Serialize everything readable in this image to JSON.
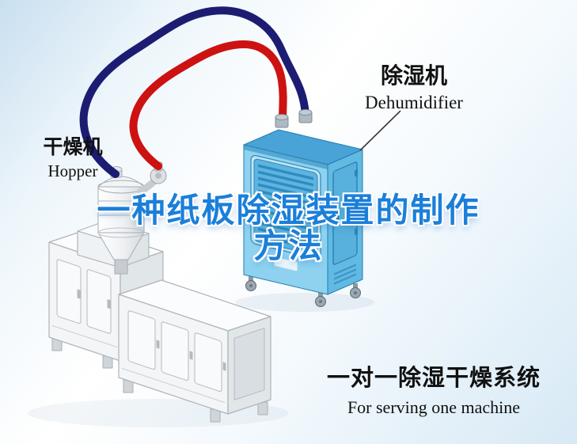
{
  "theme": {
    "bg-start": "#c9dff0",
    "bg-mid": "#ffffff",
    "bg-end": "#d7e9f5",
    "title-color": "#1b7fd9",
    "pipe-navy": "#1c1c72",
    "pipe-red": "#cd1212",
    "dehumidifier-blue": "#8ed2f0"
  },
  "title": {
    "line1": "一种纸板除湿装置的制作",
    "line2": "方法"
  },
  "labels": {
    "hopper": {
      "zh": "干燥机",
      "en": "Hopper"
    },
    "dehumidifier": {
      "zh": "除湿机",
      "en": "Dehumidifier"
    }
  },
  "caption": {
    "zh": "一对一除湿干燥系统",
    "en": "For serving one machine"
  },
  "diagram": {
    "machines": [
      {
        "name": "extruder-machine"
      },
      {
        "name": "drying-hopper"
      },
      {
        "name": "dehumidifier-unit"
      }
    ],
    "pipes": [
      {
        "name": "return-air-pipe",
        "color": "#1c1c72"
      },
      {
        "name": "supply-air-pipe",
        "color": "#cd1212"
      }
    ]
  }
}
